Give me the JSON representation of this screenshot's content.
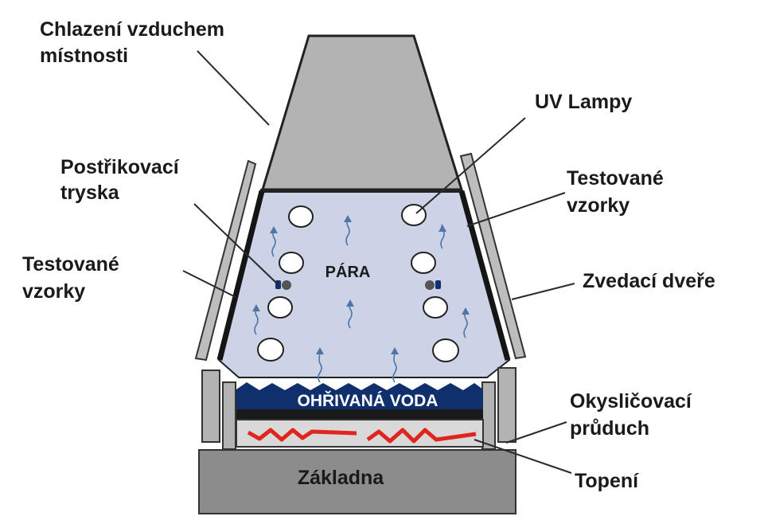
{
  "labels": {
    "room_air_cooling_1": "Chlazení vzduchem",
    "room_air_cooling_2": "místnosti",
    "uv_lamps": "UV Lampy",
    "spray_nozzle_1": "Postřikovací",
    "spray_nozzle_2": "tryska",
    "test_samples_right_1": "Testované",
    "test_samples_right_2": "vzorky",
    "test_samples_left_1": "Testované",
    "test_samples_left_2": "vzorky",
    "lifting_doors": "Zvedací dveře",
    "steam": "PÁRA",
    "heated_water": "OHŘIVANÁ VODA",
    "oxygen_duct_1": "Okysličovací",
    "oxygen_duct_2": "průduch",
    "base": "Základna",
    "heating": "Topení"
  },
  "colors": {
    "chamber_fill": "#cdd3e6",
    "water_fill": "#10306d",
    "heater_coil": "#e0251f",
    "gray_part": "#b3b3b3",
    "base_fill": "#8c8c8c",
    "steam_arrow": "#4f75a8"
  }
}
